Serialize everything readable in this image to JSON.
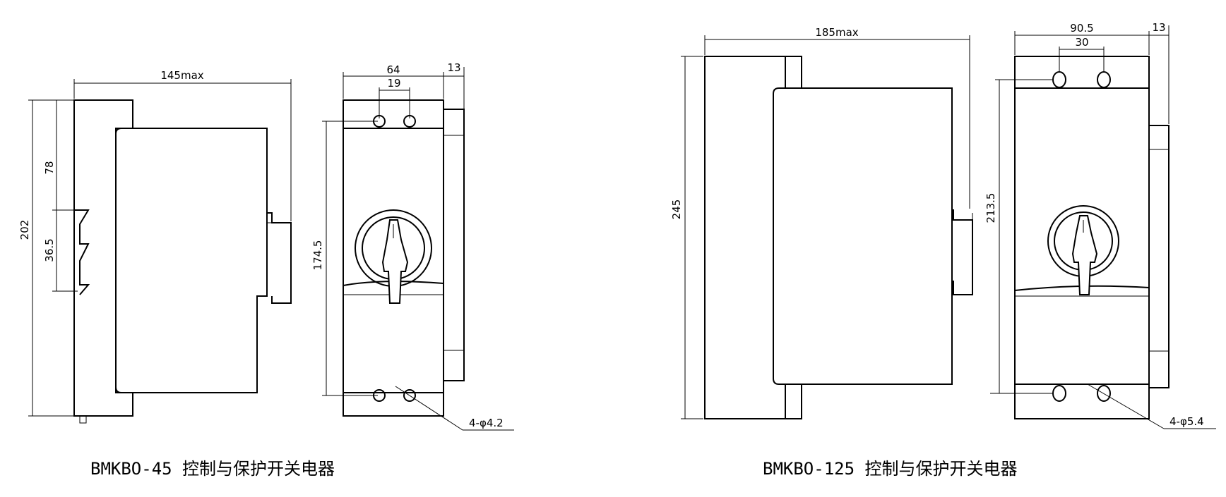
{
  "left": {
    "caption": "BMKBO-45 控制与保护开关电器",
    "side_dims": {
      "width": "145max",
      "height": "202",
      "upper": "78",
      "mid": "36.5"
    },
    "front_dims": {
      "width": "64",
      "spacing": "19",
      "depth": "13",
      "height": "174.5",
      "holes": "4-φ4.2"
    }
  },
  "right": {
    "caption": "BMKBO-125 控制与保护开关电器",
    "side_dims": {
      "width": "185max",
      "height": "245"
    },
    "front_dims": {
      "width": "90.5",
      "spacing": "30",
      "depth": "13",
      "height": "213.5",
      "holes": "4-φ5.4"
    }
  }
}
